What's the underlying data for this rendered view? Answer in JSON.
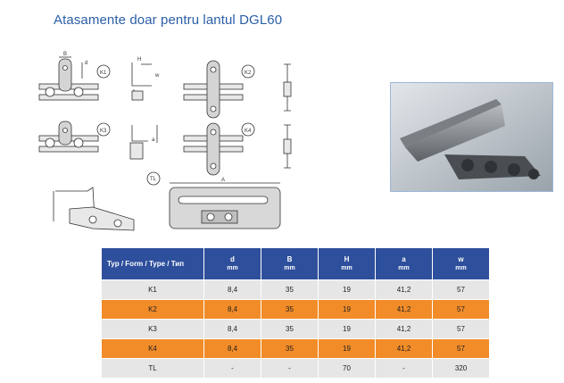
{
  "title": "Atasamente doar pentru lantul DGL60",
  "diagram_labels": {
    "k1": "K1",
    "k2": "K2",
    "k3": "K3",
    "k4": "K4",
    "tl": "TL",
    "b": "B",
    "d": "d",
    "h": "H",
    "w": "w",
    "a": "a",
    "upper_a": "A"
  },
  "table": {
    "headers": [
      {
        "label": "Typ / Form / Type / Тип",
        "unit": ""
      },
      {
        "label": "d",
        "unit": "mm"
      },
      {
        "label": "B",
        "unit": "mm"
      },
      {
        "label": "H",
        "unit": "mm"
      },
      {
        "label": "a",
        "unit": "mm"
      },
      {
        "label": "w",
        "unit": "mm"
      }
    ],
    "rows": [
      [
        "K1",
        "8,4",
        "35",
        "19",
        "41,2",
        "57"
      ],
      [
        "K2",
        "8,4",
        "35",
        "19",
        "41,2",
        "57"
      ],
      [
        "K3",
        "8,4",
        "35",
        "19",
        "41,2",
        "57"
      ],
      [
        "K4",
        "8,4",
        "35",
        "19",
        "41,2",
        "57"
      ],
      [
        "TL",
        "-",
        "-",
        "70",
        "-",
        "320"
      ]
    ]
  },
  "colors": {
    "header_bg": "#2e4f9c",
    "row_grey": "#e6e6e6",
    "row_orange": "#f28c28",
    "title": "#2b5fa8"
  }
}
